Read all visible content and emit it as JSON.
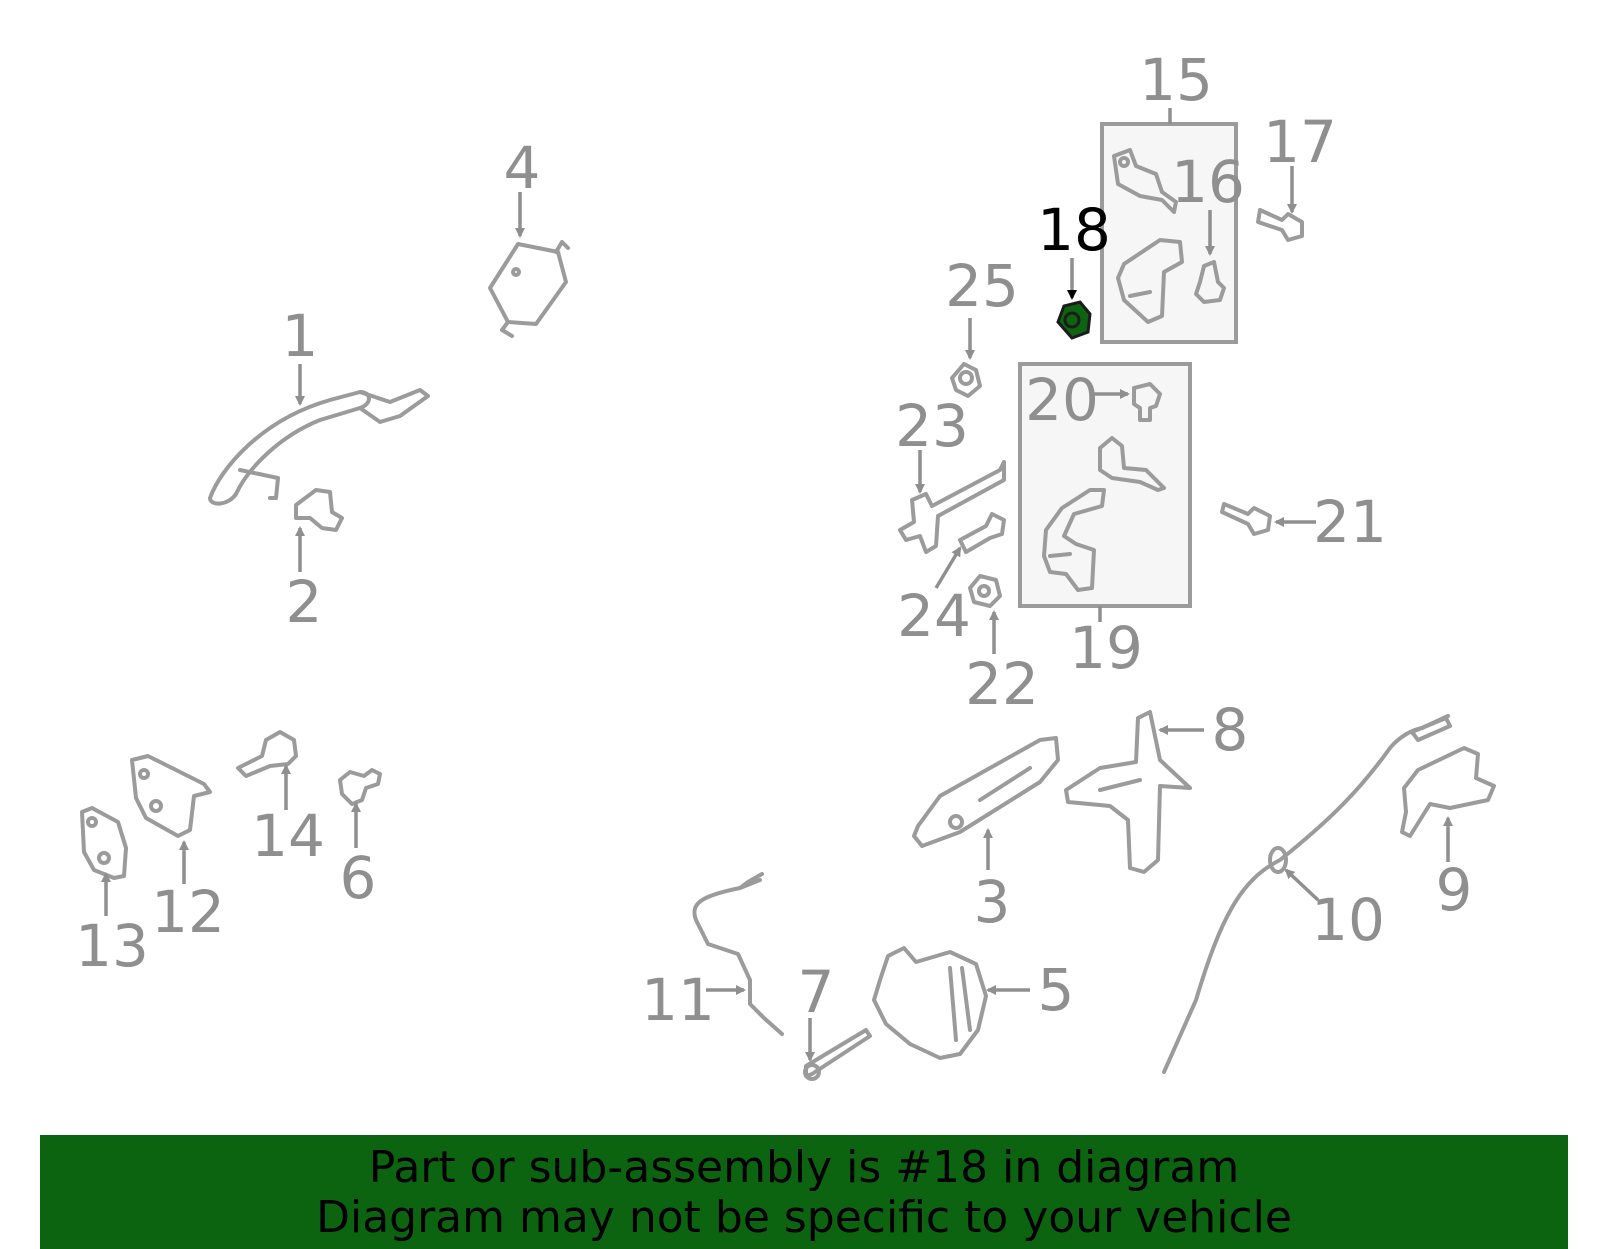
{
  "diagram": {
    "highlighted_part": "18",
    "highlight_color": "#0d6410",
    "callouts": [
      "1",
      "2",
      "3",
      "4",
      "5",
      "6",
      "7",
      "8",
      "9",
      "10",
      "11",
      "12",
      "13",
      "14",
      "15",
      "16",
      "17",
      "18",
      "19",
      "20",
      "21",
      "22",
      "23",
      "24",
      "25"
    ]
  },
  "banner": {
    "line1": "Part or sub-assembly is #18 in diagram",
    "line2": "Diagram may not be specific to your vehicle",
    "background": "#0d6410"
  }
}
